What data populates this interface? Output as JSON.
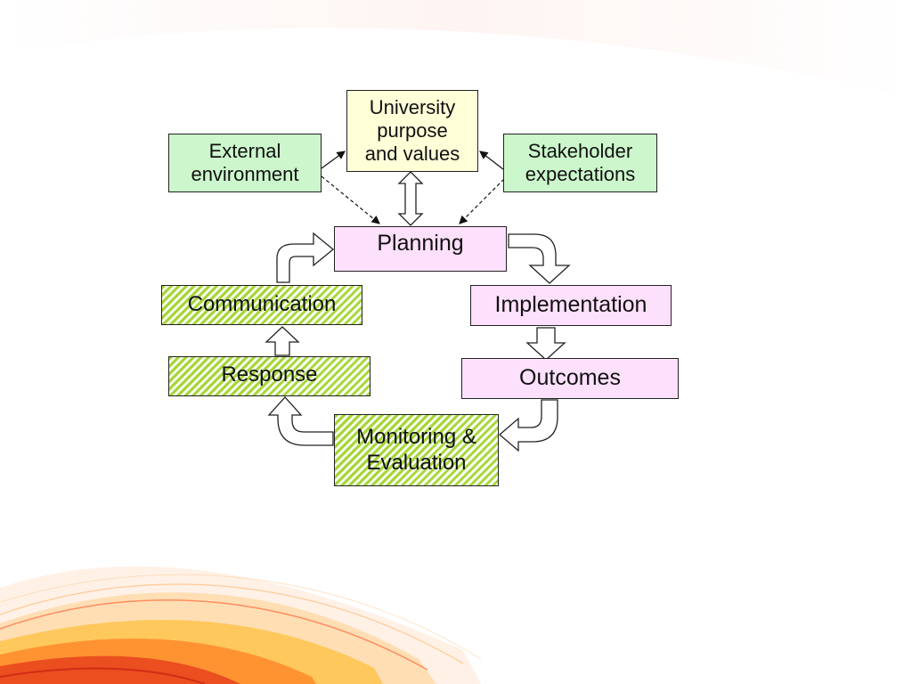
{
  "diagram": {
    "nodes": {
      "university": "University\npurpose\nand values",
      "external": "External\nenvironment",
      "stakeholder": "Stakeholder\nexpectations",
      "planning": "Planning",
      "implementation": "Implementation",
      "outcomes": "Outcomes",
      "monitoring": "Monitoring &\nEvaluation",
      "response": "Response",
      "communication": "Communication"
    },
    "colors": {
      "context_boxes": "#ccf7cc",
      "core_values_box": "#ffffd8",
      "planning_cycle_boxes": "#fde0fb",
      "feedback_boxes_hatch": "#a6d63a"
    }
  }
}
